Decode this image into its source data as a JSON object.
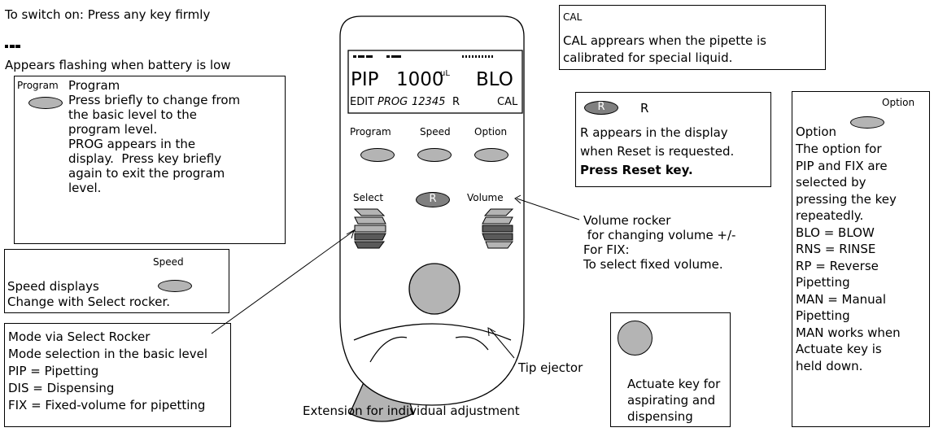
{
  "switch_on": "To switch on: Press any key firmly",
  "battery": {
    "caption": "Appears flashing when battery is low"
  },
  "program_box": {
    "tag": "Program",
    "title": "Program",
    "lines": [
      "Press briefly to change from",
      "the basic level to the",
      "program level.",
      "PROG appears in the",
      "display.  Press key briefly",
      "again to exit the program",
      "level."
    ]
  },
  "speed_box": {
    "tag": "Speed",
    "line1": "Speed displays",
    "line2": "Change with Select rocker."
  },
  "mode_box": {
    "lines": [
      "Mode via Select Rocker",
      "Mode selection in the basic level",
      "PIP = Pipetting",
      "DIS = Dispensing",
      "FIX = Fixed-volume for pipetting"
    ]
  },
  "cal_box": {
    "tag": "CAL",
    "lines": [
      "CAL apprears when the pipette is",
      "calibrated for special liquid."
    ]
  },
  "reset_box": {
    "key": "R",
    "tag": "R",
    "lines": [
      "R appears in the display",
      "when Reset is requested."
    ],
    "bold": "Press Reset key."
  },
  "option_box": {
    "tag": "Option",
    "title": "Option",
    "lines": [
      "The option for",
      "PIP and FIX are",
      "selected by",
      "pressing the key",
      "repeatedly.",
      "BLO = BLOW",
      "RNS = RINSE",
      "RP = Reverse",
      "Pipetting",
      "MAN = Manual",
      "Pipetting",
      "MAN works when",
      "Actuate key is",
      "held down."
    ]
  },
  "actuate_box": {
    "lines": [
      "Actuate key for",
      "aspirating and",
      "dispensing"
    ]
  },
  "device": {
    "display": {
      "mode": "PIP",
      "volume": "1000",
      "unit": "uL",
      "option": "BLO",
      "edit": "EDIT",
      "prog": "PROG",
      "numbers": "12345",
      "reset": "R",
      "cal": "CAL"
    },
    "keys": {
      "program": "Program",
      "speed": "Speed",
      "option": "Option",
      "select": "Select",
      "reset": "R",
      "volume": "Volume"
    }
  },
  "volume_rocker": {
    "lines": [
      "Volume rocker",
      " for changing volume +/-",
      "For FIX:",
      "To select fixed volume."
    ]
  },
  "tip_ejector": "Tip ejector",
  "extension": "Extension for individual adjustment",
  "colors": {
    "key_gray": "#b4b4b4",
    "reset_gray": "#808080",
    "rocker_dark": "#5a5a5a"
  }
}
